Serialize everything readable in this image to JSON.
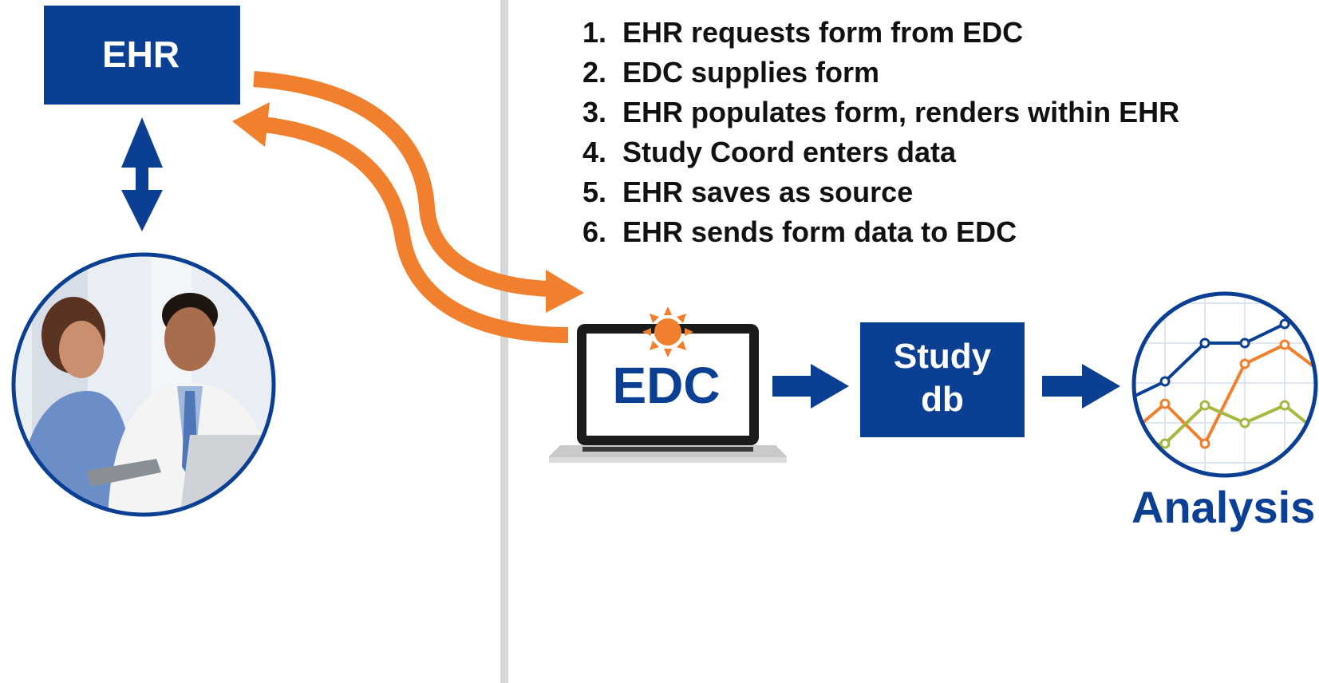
{
  "colors": {
    "navy": "#0a3f93",
    "orange": "#f07f2e",
    "olive": "#a6b83f",
    "divider": "#d6d6d6"
  },
  "ehr_box": {
    "label": "EHR",
    "icon": "sun-icon"
  },
  "photo": {
    "icon": "clinicians-photo"
  },
  "steps": [
    {
      "num": "1.",
      "text": "EHR requests form from EDC"
    },
    {
      "num": "2.",
      "text": "EDC supplies form"
    },
    {
      "num": "3.",
      "text": "EHR populates form, renders within EHR"
    },
    {
      "num": "4.",
      "text": "Study Coord enters data"
    },
    {
      "num": "5.",
      "text": "EHR saves as source"
    },
    {
      "num": "6.",
      "text": "EHR sends form data to EDC"
    }
  ],
  "edc": {
    "label": "EDC",
    "icon": "laptop-icon"
  },
  "study_db": {
    "line1": "Study",
    "line2": "db"
  },
  "analysis": {
    "label": "Analysis",
    "icon": "line-chart-icon"
  }
}
